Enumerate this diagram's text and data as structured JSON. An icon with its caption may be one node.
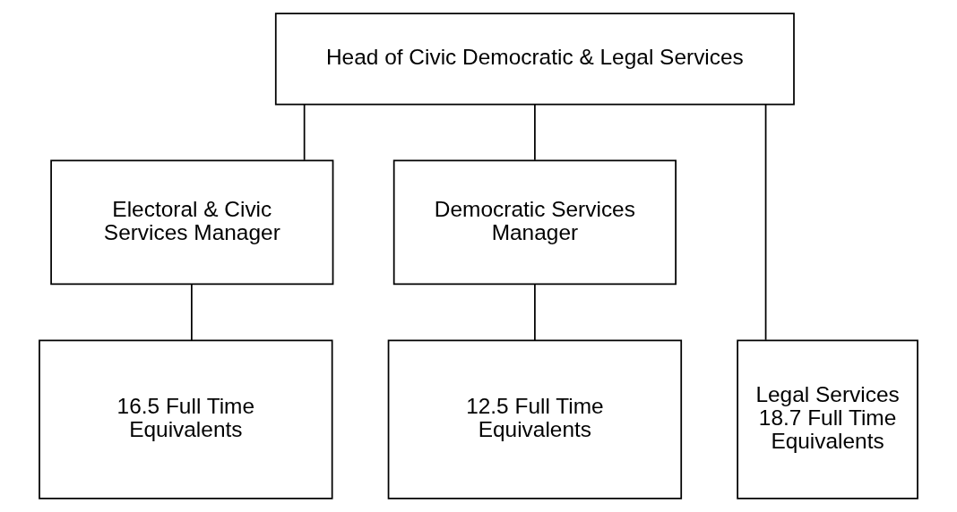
{
  "diagram": {
    "nodes": [
      {
        "text": [
          "Head of Civic Democratic & Legal Services"
        ]
      },
      {
        "text": [
          "Electoral & Civic Services Manager"
        ]
      },
      {
        "text": [
          "Democratic Services Manager"
        ]
      },
      {
        "text": [
          "16.5 Full Time Equivalents"
        ]
      },
      {
        "text": [
          "12.5 Full Time Equivalents"
        ]
      },
      {
        "text": [
          "Legal Services 18.7 Full Time Equivalents"
        ]
      }
    ],
    "edges": [
      {
        "from": 0,
        "to": 1,
        "arrow": "none"
      },
      {
        "from": 0,
        "to": 2,
        "arrow": "none"
      },
      {
        "from": 0,
        "to": 5,
        "arrow": "none"
      },
      {
        "from": 1,
        "to": 3,
        "arrow": "none"
      },
      {
        "from": 2,
        "to": 4,
        "arrow": "none"
      }
    ]
  }
}
